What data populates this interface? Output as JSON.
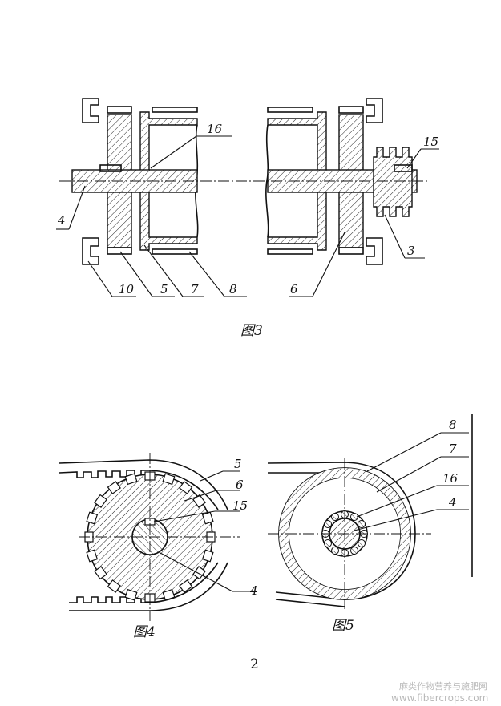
{
  "figures": [
    {
      "id": "fig3",
      "caption": "图3",
      "labels": [
        "16",
        "15",
        "4",
        "3",
        "10",
        "5",
        "7",
        "8",
        "6"
      ]
    },
    {
      "id": "fig4",
      "caption": "图4",
      "labels": [
        "5",
        "6",
        "15",
        "4"
      ]
    },
    {
      "id": "fig5",
      "caption": "图5",
      "labels": [
        "8",
        "7",
        "16",
        "4"
      ]
    }
  ],
  "page_number": "2",
  "watermark": {
    "line1": "麻类作物营养与施肥网",
    "line2": "www.fibercrops.com"
  }
}
